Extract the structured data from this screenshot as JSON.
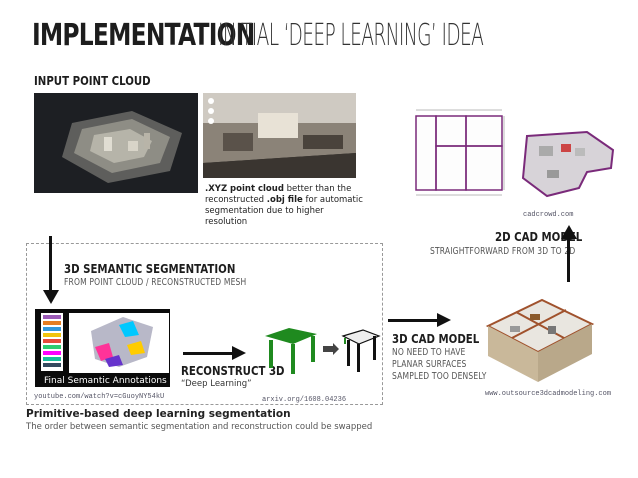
{
  "title": {
    "bold": "IMPLEMENTATION",
    "light": "INITIAL ‘DEEP LEARNING’ IDEA"
  },
  "input_cloud": {
    "heading": "INPUT POINT CLOUD"
  },
  "xyz_note": {
    "bold1": ".XYZ point cloud",
    "text1": " better than the reconstructed ",
    "bold2": ".obj file",
    "text2": " for automatic segmentation due to higher resolution"
  },
  "cad2d": {
    "caption": "cadcrowd.com",
    "heading": "2D CAD MODEL",
    "sub": "STRAIGHTFORWARD FROM 3D TO 2D"
  },
  "semantic": {
    "heading": "3D SEMANTIC SEGMENTATION",
    "sub": "FROM POINT CLOUD / RECONSTRUCTED MESH",
    "image_label": "Final Semantic Annotations",
    "caption": "youtube.com/watch?v=cGuoyNY54kU"
  },
  "reconstruct": {
    "heading": "RECONSTRUCT 3D",
    "sub": "“Deep Learning”",
    "caption": "arxiv.org/1608.04236"
  },
  "cad3d": {
    "heading": "3D CAD MODEL",
    "lines": [
      "NO NEED TO HAVE",
      "PLANAR SURFACES",
      "SAMPLED TOO DENSELY"
    ],
    "caption": "www.outsource3dcadmodeling.com"
  },
  "footer": {
    "heading": "Primitive-based deep learning segmentation",
    "text": "The order between semantic segmentation and reconstruction could be swapped"
  },
  "colors": {
    "dark_image": "#1f2125",
    "green_shape": "#1f8a1f",
    "accent_purple": "#7a2a7a"
  }
}
